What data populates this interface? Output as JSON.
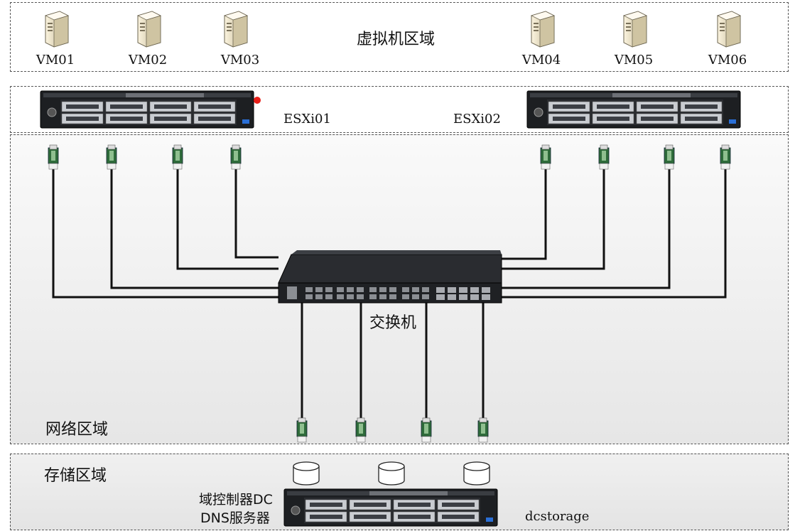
{
  "zones": {
    "vm_zone": "虚拟机区域",
    "network_zone": "网络区域",
    "storage_zone": "存储区域"
  },
  "vms": [
    "VM01",
    "VM02",
    "VM03",
    "VM04",
    "VM05",
    "VM06"
  ],
  "hosts": {
    "esxi01": "ESXi01",
    "esxi02": "ESXi02"
  },
  "switch_label": "交换机",
  "storage": {
    "dc_line1": "域控制器DC",
    "dc_line2": "DNS服务器",
    "name": "dcstorage"
  },
  "colors": {
    "border": "#555555",
    "cable": "#111111",
    "status_dot": "#e8201a",
    "transceiver": "#2e6b3a"
  }
}
